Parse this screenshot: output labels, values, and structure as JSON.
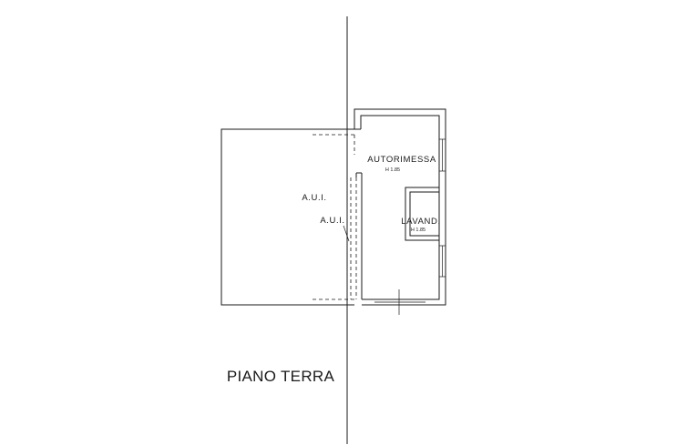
{
  "drawing": {
    "floor_title": "PIANO TERRA",
    "rooms": {
      "autorimessa": {
        "name": "AUTORIMESSA",
        "height": "H 1.85"
      },
      "lavanderia": {
        "name": "LAVAND.",
        "height": "H 1.85"
      }
    },
    "areas": {
      "aui_large": "A.U.I.",
      "aui_small": "A.U.I."
    }
  }
}
